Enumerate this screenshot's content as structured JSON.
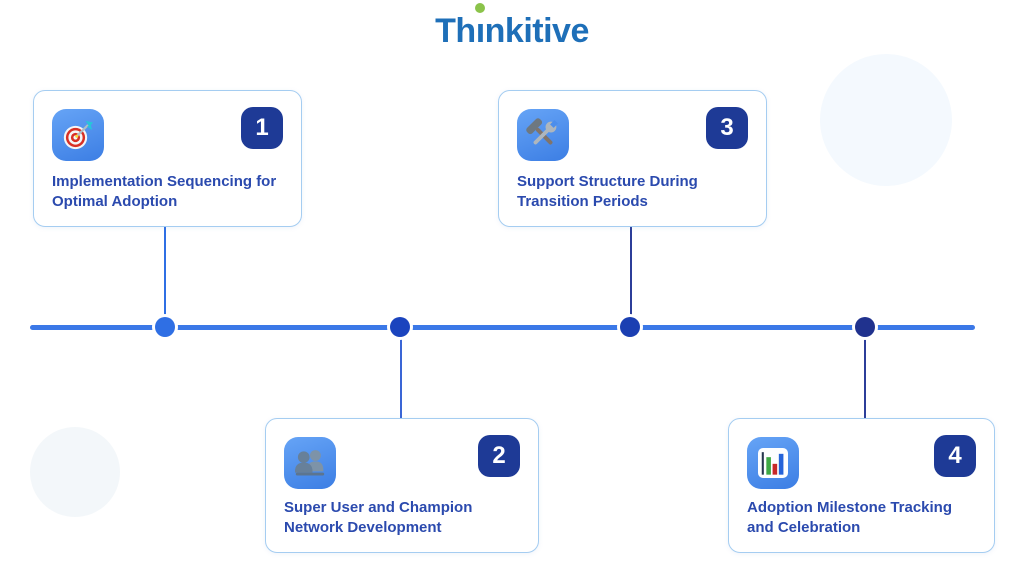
{
  "logo": {
    "text": "Thinkitive",
    "pre": "Th",
    "i": "ı",
    "post": "nkitive",
    "color": "#1E6FB8",
    "dot_color": "#8BC34A"
  },
  "timeline": {
    "color": "#3B78E7"
  },
  "colors": {
    "card_border": "#A5CDF1",
    "card_bg": "#FFFFFF",
    "title_text": "#2B4AAE",
    "badge_bg": "#1E3A96",
    "badge_text": "#FFFFFF",
    "icon_tile_top": "#66A4F6",
    "icon_tile_bottom": "#3C7EE4",
    "decor_circle_top_right": "#F4F9FE",
    "decor_circle_bottom_left": "#F3F7FA"
  },
  "cards": [
    {
      "number": "1",
      "title": "Implementation Sequencing for Optimal Adoption",
      "icon": "target-dart-icon",
      "position": "top",
      "dot_color": "#2F6FE4",
      "connector_color": "#2F6FE4"
    },
    {
      "number": "2",
      "title": "Super User and Champion Network Development",
      "icon": "two-people-icon",
      "position": "bottom",
      "dot_color": "#1B44BE",
      "connector_color": "#3A66D6"
    },
    {
      "number": "3",
      "title": "Support Structure During Transition Periods",
      "icon": "hammer-wrench-icon",
      "position": "top",
      "dot_color": "#1B3FB2",
      "connector_color": "#2C3E99"
    },
    {
      "number": "4",
      "title": "Adoption Milestone Tracking and Celebration",
      "icon": "bar-chart-icon",
      "position": "bottom",
      "dot_color": "#20328E",
      "connector_color": "#2C3E99"
    }
  ]
}
